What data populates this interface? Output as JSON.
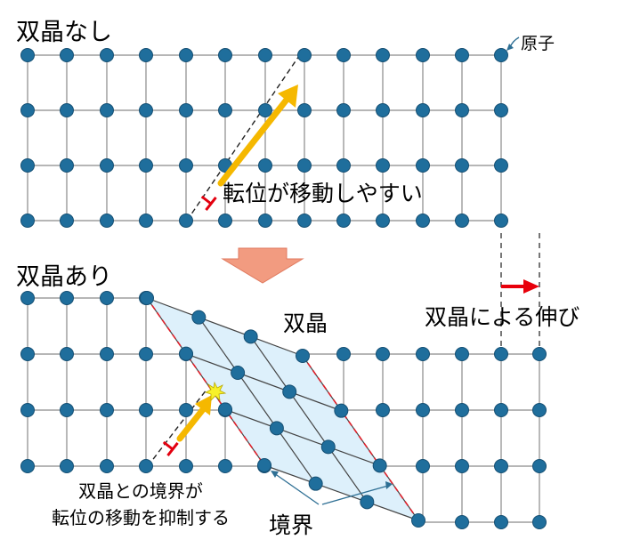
{
  "title_no_twin": "双晶なし",
  "title_with_twin": "双晶あり",
  "atom_label": "原子",
  "dislocation_moves_easily": "転位が移動しやすい",
  "twin_label": "双晶",
  "elongation_label": "双晶による伸び",
  "boundary_caption_line1": "双晶との境界が",
  "boundary_caption_line2": "転位の移動を抑制する",
  "boundary_label": "境界",
  "colors": {
    "atom": "#1f6e9c",
    "atom_stroke": "#154f73",
    "grid": "#8a8a8a",
    "twin_fill": "#ddf0fb",
    "arrow": "#f5b800",
    "dislocation": "#e3000f",
    "boundary_dash": "#e0202a",
    "down_arrow": "#f29b80",
    "stretch_arrow": "#e8000b",
    "leader": "#2e6f94"
  }
}
